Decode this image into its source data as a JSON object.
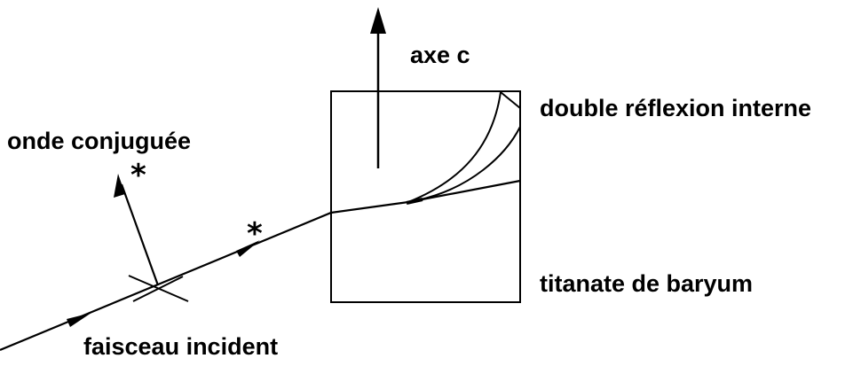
{
  "labels": {
    "axis": "axe c",
    "internal_reflection": "double réflexion interne",
    "conjugate_wave": "onde conjuguée",
    "crystal": "titanate de baryum",
    "incident_beam": "faisceau incident"
  },
  "markers": {
    "conjugate_star": "*",
    "beam_star": "*"
  },
  "colors": {
    "ink": "#000000",
    "background": "#ffffff"
  }
}
